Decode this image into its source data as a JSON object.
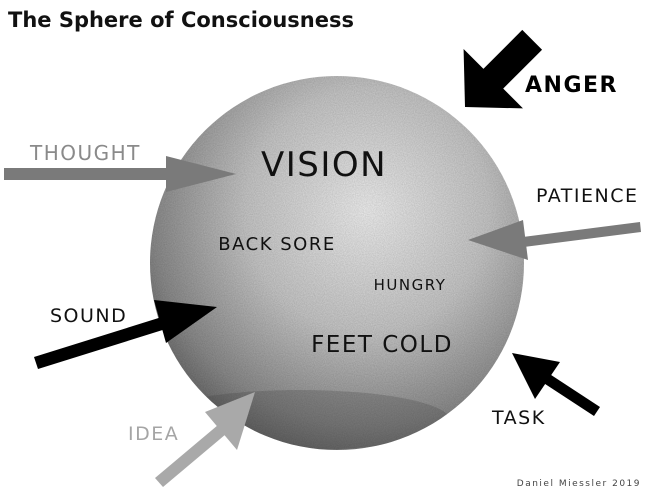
{
  "title": "The Sphere of Consciousness",
  "center_labels": {
    "vision": "VISION",
    "back_sore": "BACK SORE",
    "hungry": "HUNGRY",
    "feet_cold": "FEET COLD"
  },
  "inputs": {
    "thought": "THOUGHT",
    "anger": "ANGER",
    "patience": "PATIENCE",
    "sound": "SOUND",
    "task": "TASK",
    "idea": "IDEA"
  },
  "credit": "Daniel Miessler 2019",
  "colors": {
    "black_arrow": "#000000",
    "gray_arrow": "#7a7a7a",
    "light_gray_arrow": "#a9a9a9",
    "thought_text": "#8a8a8a",
    "idea_text": "#a5a5a5"
  }
}
